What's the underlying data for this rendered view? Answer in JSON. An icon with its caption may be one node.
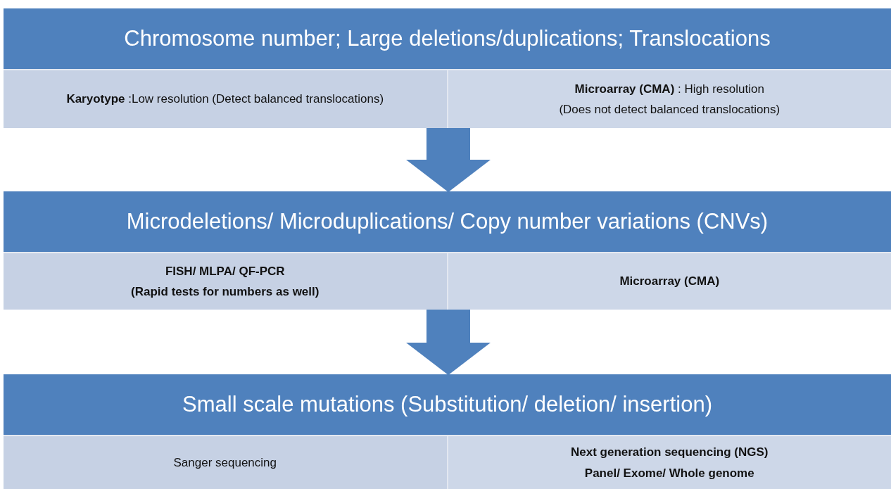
{
  "diagram": {
    "nodes": [
      {
        "text": [],
        "shape": "box"
      },
      {
        "text": [
          "Chromosome number; Large deletions/duplications; Translocations"
        ],
        "in": 0
      },
      {
        "text": [
          "**Karyotype** :Low resolution (Detect balanced translocations)"
        ],
        "in": 0
      },
      {
        "text": [
          "**Microarray (CMA)** : High resolution",
          "(Does not detect balanced translocations)"
        ],
        "in": 0
      },
      {
        "text": [],
        "shape": "box"
      },
      {
        "text": [
          "Microdeletions/ Microduplications/ Copy number variations (CNVs)"
        ],
        "in": 4
      },
      {
        "text": [
          "**FISH/ MLPA/ QF-PCR**",
          "**(Rapid tests for numbers as well)**"
        ],
        "in": 4
      },
      {
        "text": [
          "**Microarray (CMA)**"
        ],
        "in": 4
      },
      {
        "text": [],
        "shape": "box"
      },
      {
        "text": [
          "Small scale mutations (Substitution/ deletion/ insertion)"
        ],
        "in": 8
      },
      {
        "text": [
          "Sanger sequencing"
        ],
        "in": 8
      },
      {
        "text": [
          "**Next generation sequencing (NGS)**",
          "**Panel/ Exome/ Whole genome**"
        ],
        "in": 8
      }
    ],
    "edges": [
      {
        "from": 0,
        "to": 4,
        "arrow": "to"
      },
      {
        "from": 4,
        "to": 8,
        "arrow": "to"
      }
    ]
  }
}
